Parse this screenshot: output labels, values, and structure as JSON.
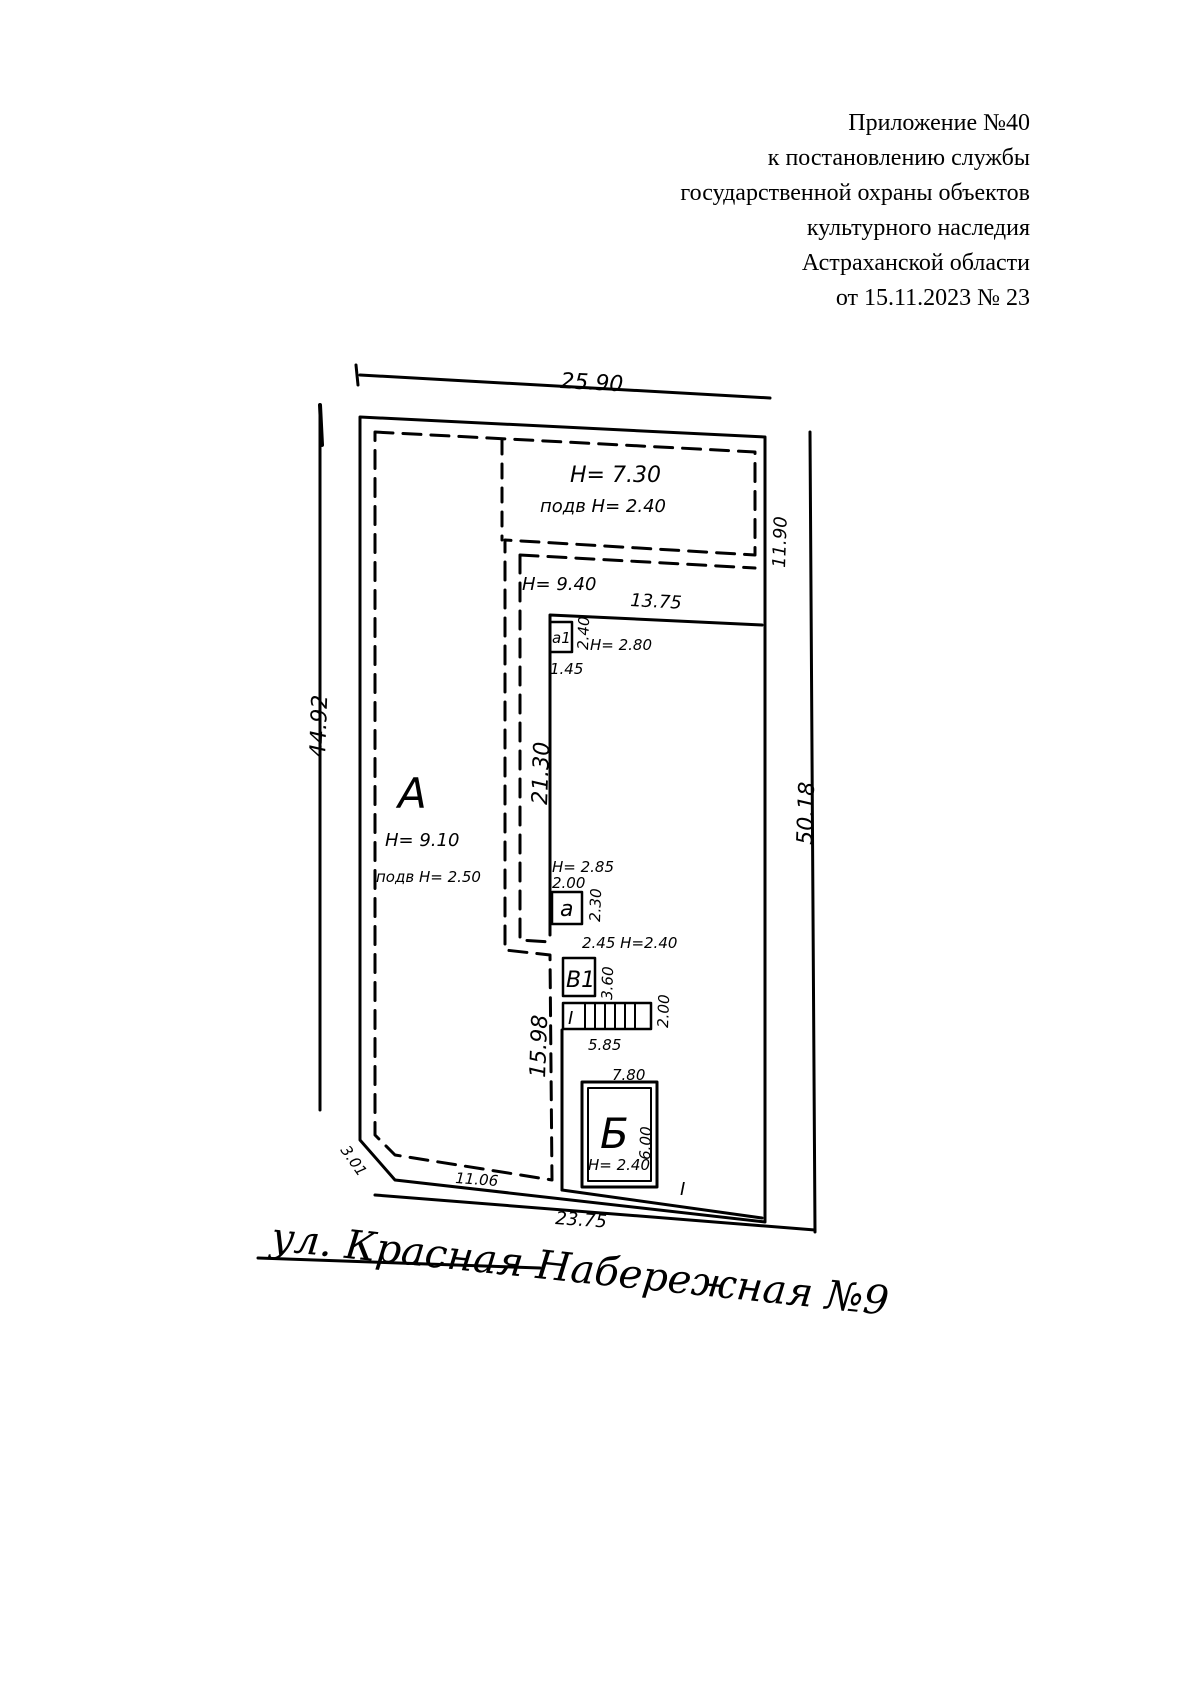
{
  "header": {
    "lines": [
      "Приложение №40",
      "к постановлению службы",
      "государственной охраны объектов",
      "культурного наследия",
      "Астраханской области",
      "от 15.11.2023 № 23"
    ]
  },
  "plan": {
    "dims": {
      "top": "25.90",
      "left": "44.92",
      "right_outer": "50.18",
      "right_upper": "11.90",
      "bottom": "23.75",
      "bottom_inner": "11.06",
      "corner": "3.01",
      "inner_width": "13.75",
      "inner_height": "21.30",
      "lower_left": "15.98",
      "porch_width": "5.85",
      "porch_height": "2.00",
      "shed_width": "7.80",
      "shed_height": "6.00"
    },
    "labels": {
      "upper_h": "H= 7.30",
      "upper_basement": "подв H= 2.40",
      "mid_h": "H= 9.40",
      "main_letter": "А",
      "main_h": "H= 9.10",
      "main_basement": "подв H= 2.50",
      "a1_letter": "а1",
      "a1_h": "H= 2.80",
      "a1_w": "1.45",
      "a1_d": "2.40",
      "a_letter": "а",
      "a_h": "H= 2.85",
      "a_w": "2.00",
      "a_d": "2.30",
      "b1_letter": "В1",
      "b1_dims": "2.45 H=2.40",
      "b1_d": "3.60",
      "porch_letter": "I",
      "shed_letter": "Б",
      "shed_h": "H= 2.40",
      "gate_letter": "I"
    },
    "street": "ул. Красная Набережная №9"
  }
}
